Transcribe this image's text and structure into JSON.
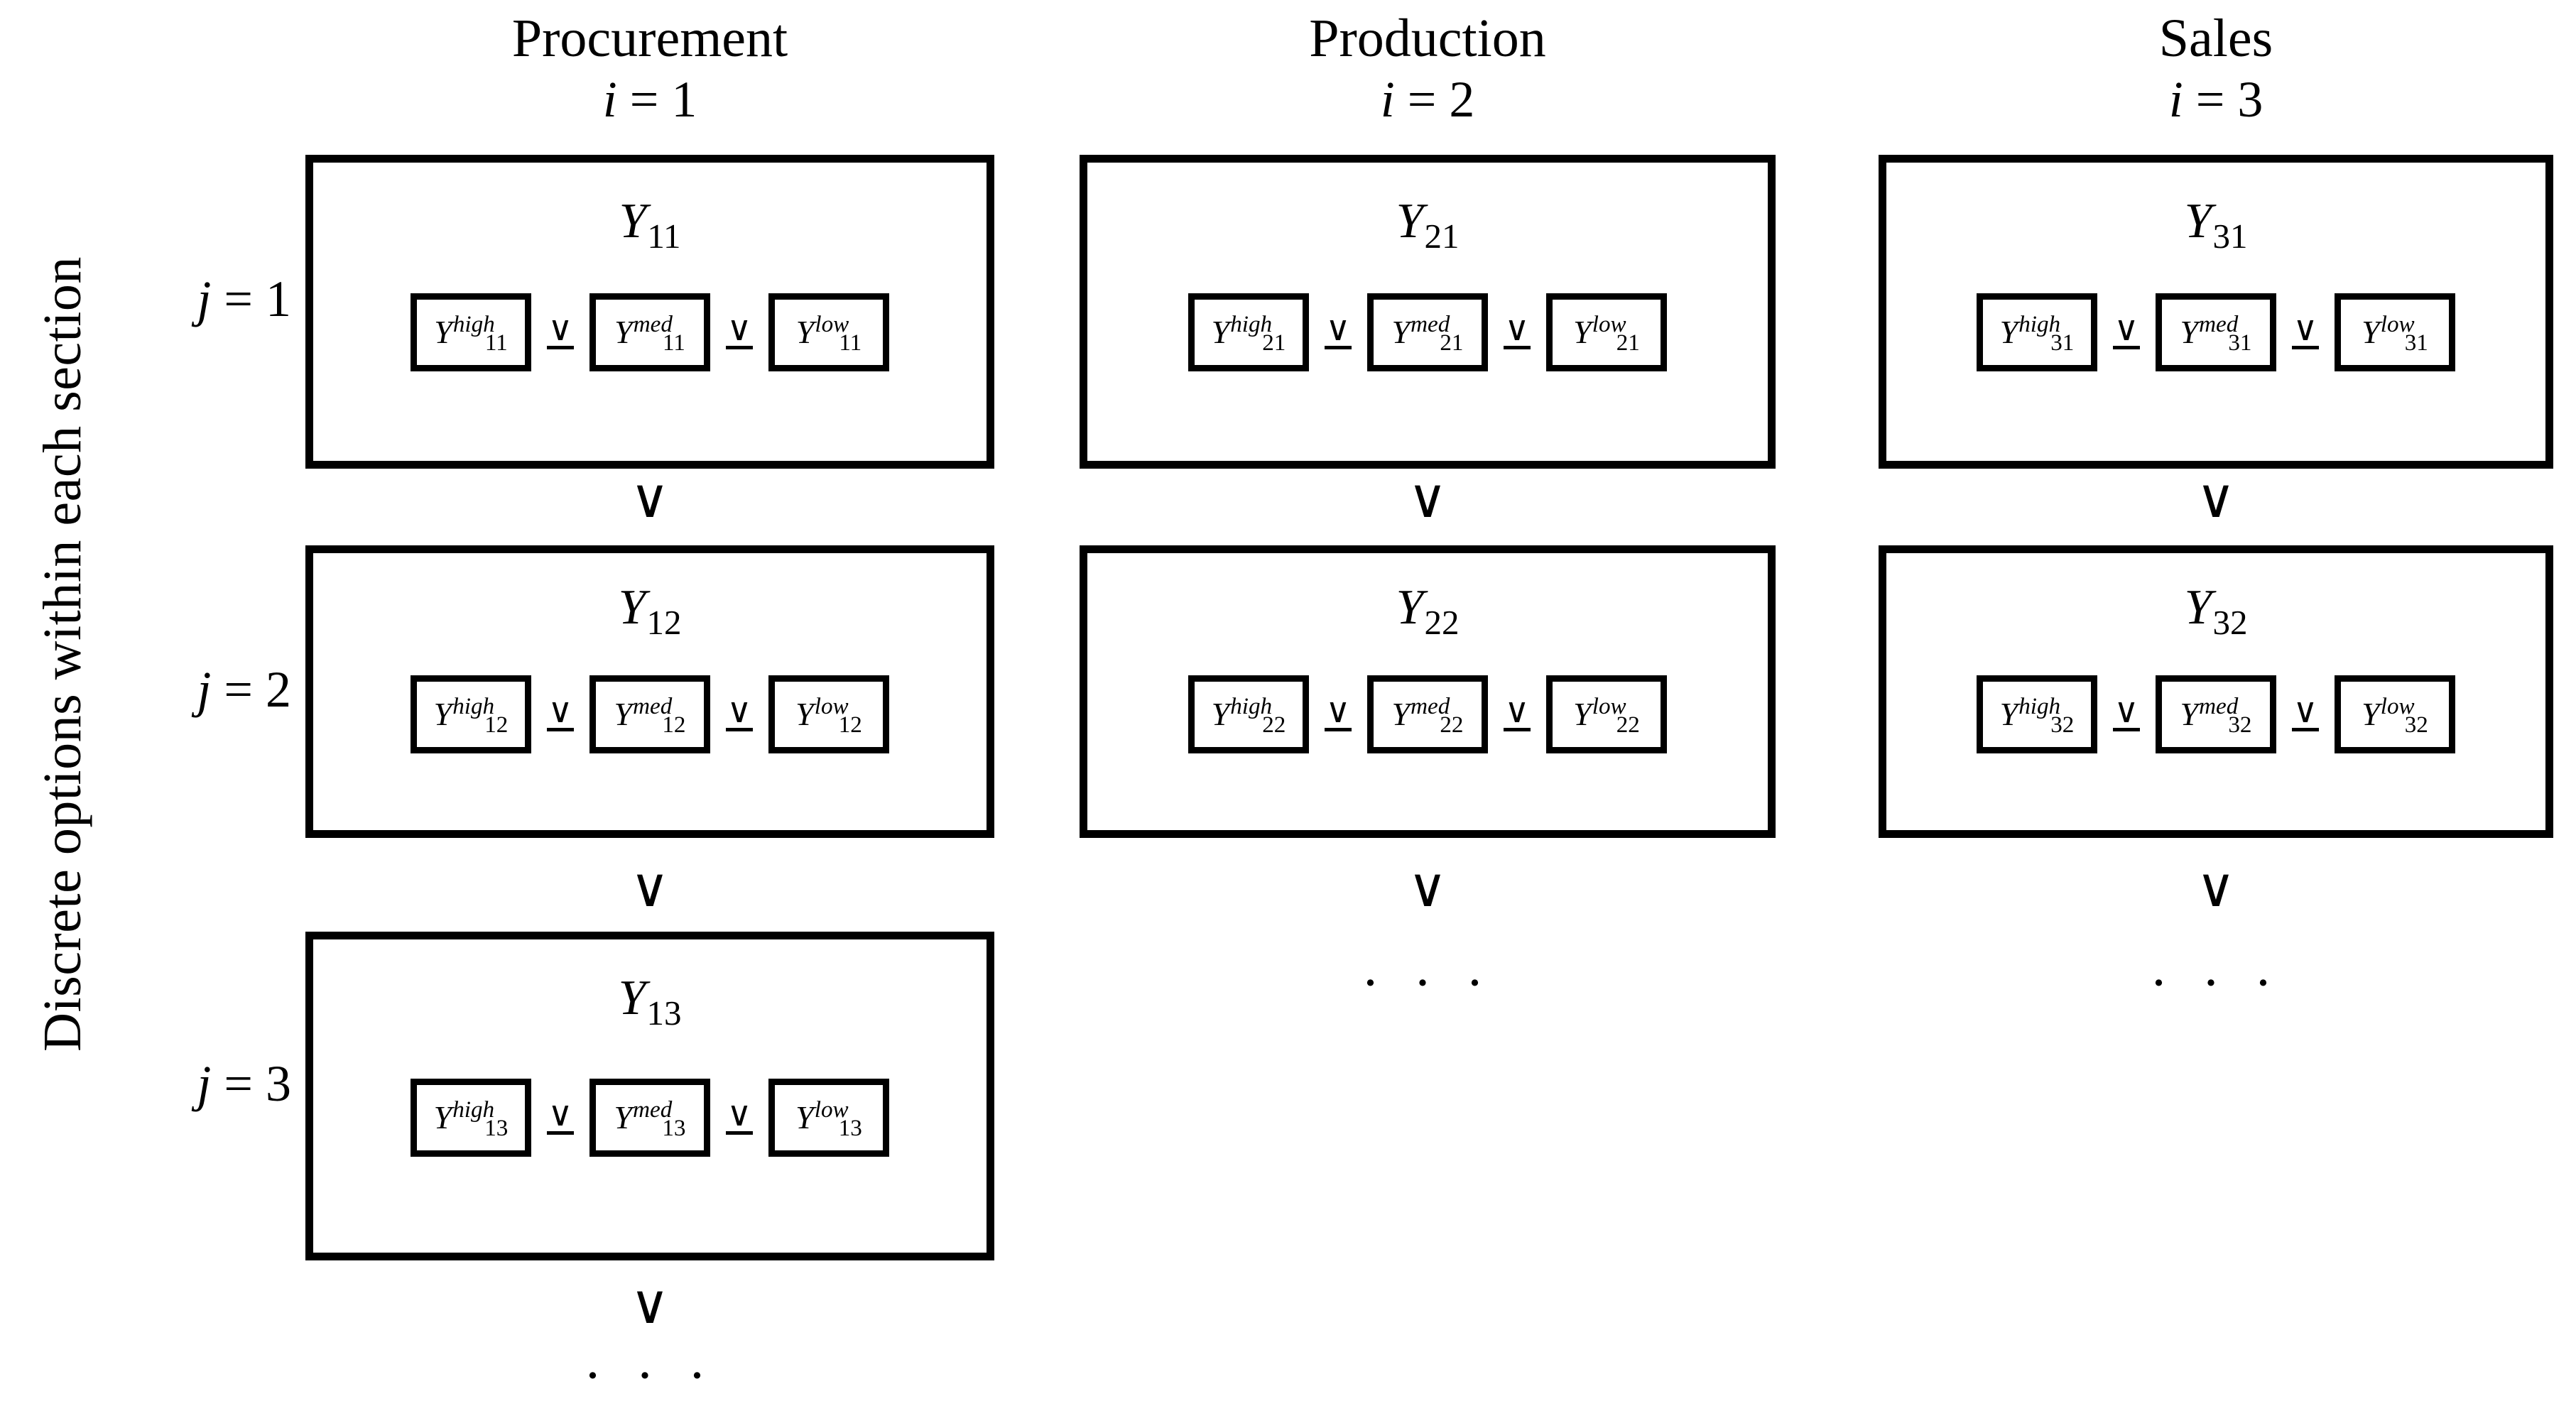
{
  "figure": {
    "y_axis_label": "Discrete options within each section",
    "or_symbol": "∨",
    "xor_symbol": "∨",
    "ellipsis": "· · ·",
    "upsilon": "Υ",
    "ink_color": "#000000",
    "background_color": "#ffffff"
  },
  "columns": [
    {
      "title": "Procurement",
      "index_var": "i",
      "index_eq": "=",
      "index_value": "1",
      "sections": [
        {
          "row_label_var": "j",
          "row_label_eq": "=",
          "row_label_value": "1",
          "outer_symbol": "Υ",
          "outer_subscript": "11",
          "options": [
            {
              "symbol": "Υ",
              "superscript": "high",
              "subscript": "11"
            },
            {
              "symbol": "Υ",
              "superscript": "med",
              "subscript": "11"
            },
            {
              "symbol": "Υ",
              "superscript": "low",
              "subscript": "11"
            }
          ]
        },
        {
          "row_label_var": "j",
          "row_label_eq": "=",
          "row_label_value": "2",
          "outer_symbol": "Υ",
          "outer_subscript": "12",
          "options": [
            {
              "symbol": "Υ",
              "superscript": "high",
              "subscript": "12"
            },
            {
              "symbol": "Υ",
              "superscript": "med",
              "subscript": "12"
            },
            {
              "symbol": "Υ",
              "superscript": "low",
              "subscript": "12"
            }
          ]
        },
        {
          "row_label_var": "j",
          "row_label_eq": "=",
          "row_label_value": "3",
          "outer_symbol": "Υ",
          "outer_subscript": "13",
          "options": [
            {
              "symbol": "Υ",
              "superscript": "high",
              "subscript": "13"
            },
            {
              "symbol": "Υ",
              "superscript": "med",
              "subscript": "13"
            },
            {
              "symbol": "Υ",
              "superscript": "low",
              "subscript": "13"
            }
          ]
        }
      ]
    },
    {
      "title": "Production",
      "index_var": "i",
      "index_eq": "=",
      "index_value": "2",
      "sections": [
        {
          "outer_symbol": "Υ",
          "outer_subscript": "21",
          "options": [
            {
              "symbol": "Υ",
              "superscript": "high",
              "subscript": "21"
            },
            {
              "symbol": "Υ",
              "superscript": "med",
              "subscript": "21"
            },
            {
              "symbol": "Υ",
              "superscript": "low",
              "subscript": "21"
            }
          ]
        },
        {
          "outer_symbol": "Υ",
          "outer_subscript": "22",
          "options": [
            {
              "symbol": "Υ",
              "superscript": "high",
              "subscript": "22"
            },
            {
              "symbol": "Υ",
              "superscript": "med",
              "subscript": "22"
            },
            {
              "symbol": "Υ",
              "superscript": "low",
              "subscript": "22"
            }
          ]
        }
      ]
    },
    {
      "title": "Sales",
      "index_var": "i",
      "index_eq": "=",
      "index_value": "3",
      "sections": [
        {
          "outer_symbol": "Υ",
          "outer_subscript": "31",
          "options": [
            {
              "symbol": "Υ",
              "superscript": "high",
              "subscript": "31"
            },
            {
              "symbol": "Υ",
              "superscript": "med",
              "subscript": "31"
            },
            {
              "symbol": "Υ",
              "superscript": "low",
              "subscript": "31"
            }
          ]
        },
        {
          "outer_symbol": "Υ",
          "outer_subscript": "32",
          "options": [
            {
              "symbol": "Υ",
              "superscript": "high",
              "subscript": "32"
            },
            {
              "symbol": "Υ",
              "superscript": "med",
              "subscript": "32"
            },
            {
              "symbol": "Υ",
              "superscript": "low",
              "subscript": "32"
            }
          ]
        }
      ]
    }
  ]
}
